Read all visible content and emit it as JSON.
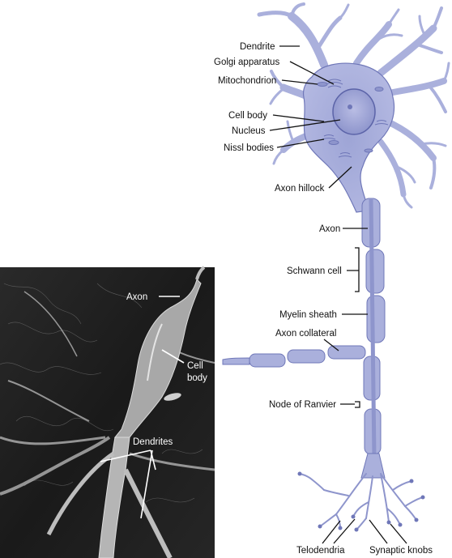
{
  "illustration_labels": {
    "dendrite": "Dendrite",
    "golgi": "Golgi apparatus",
    "mitochondrion": "Mitochondrion",
    "cell_body": "Cell body",
    "nucleus": "Nucleus",
    "nissl": "Nissl bodies",
    "axon_hillock": "Axon hillock",
    "axon": "Axon",
    "schwann": "Schwann cell",
    "myelin": "Myelin sheath",
    "collateral": "Axon collateral",
    "ranvier": "Node of Ranvier",
    "telodendria": "Telodendria",
    "synaptic": "Synaptic knobs"
  },
  "micrograph_labels": {
    "axon": "Axon",
    "cell_body_line1": "Cell",
    "cell_body_line2": "body",
    "dendrites": "Dendrites"
  },
  "colors": {
    "neuron_fill": "#aab0dc",
    "neuron_stroke": "#6f77b8",
    "micrograph_bg": "#1c1c1c"
  }
}
